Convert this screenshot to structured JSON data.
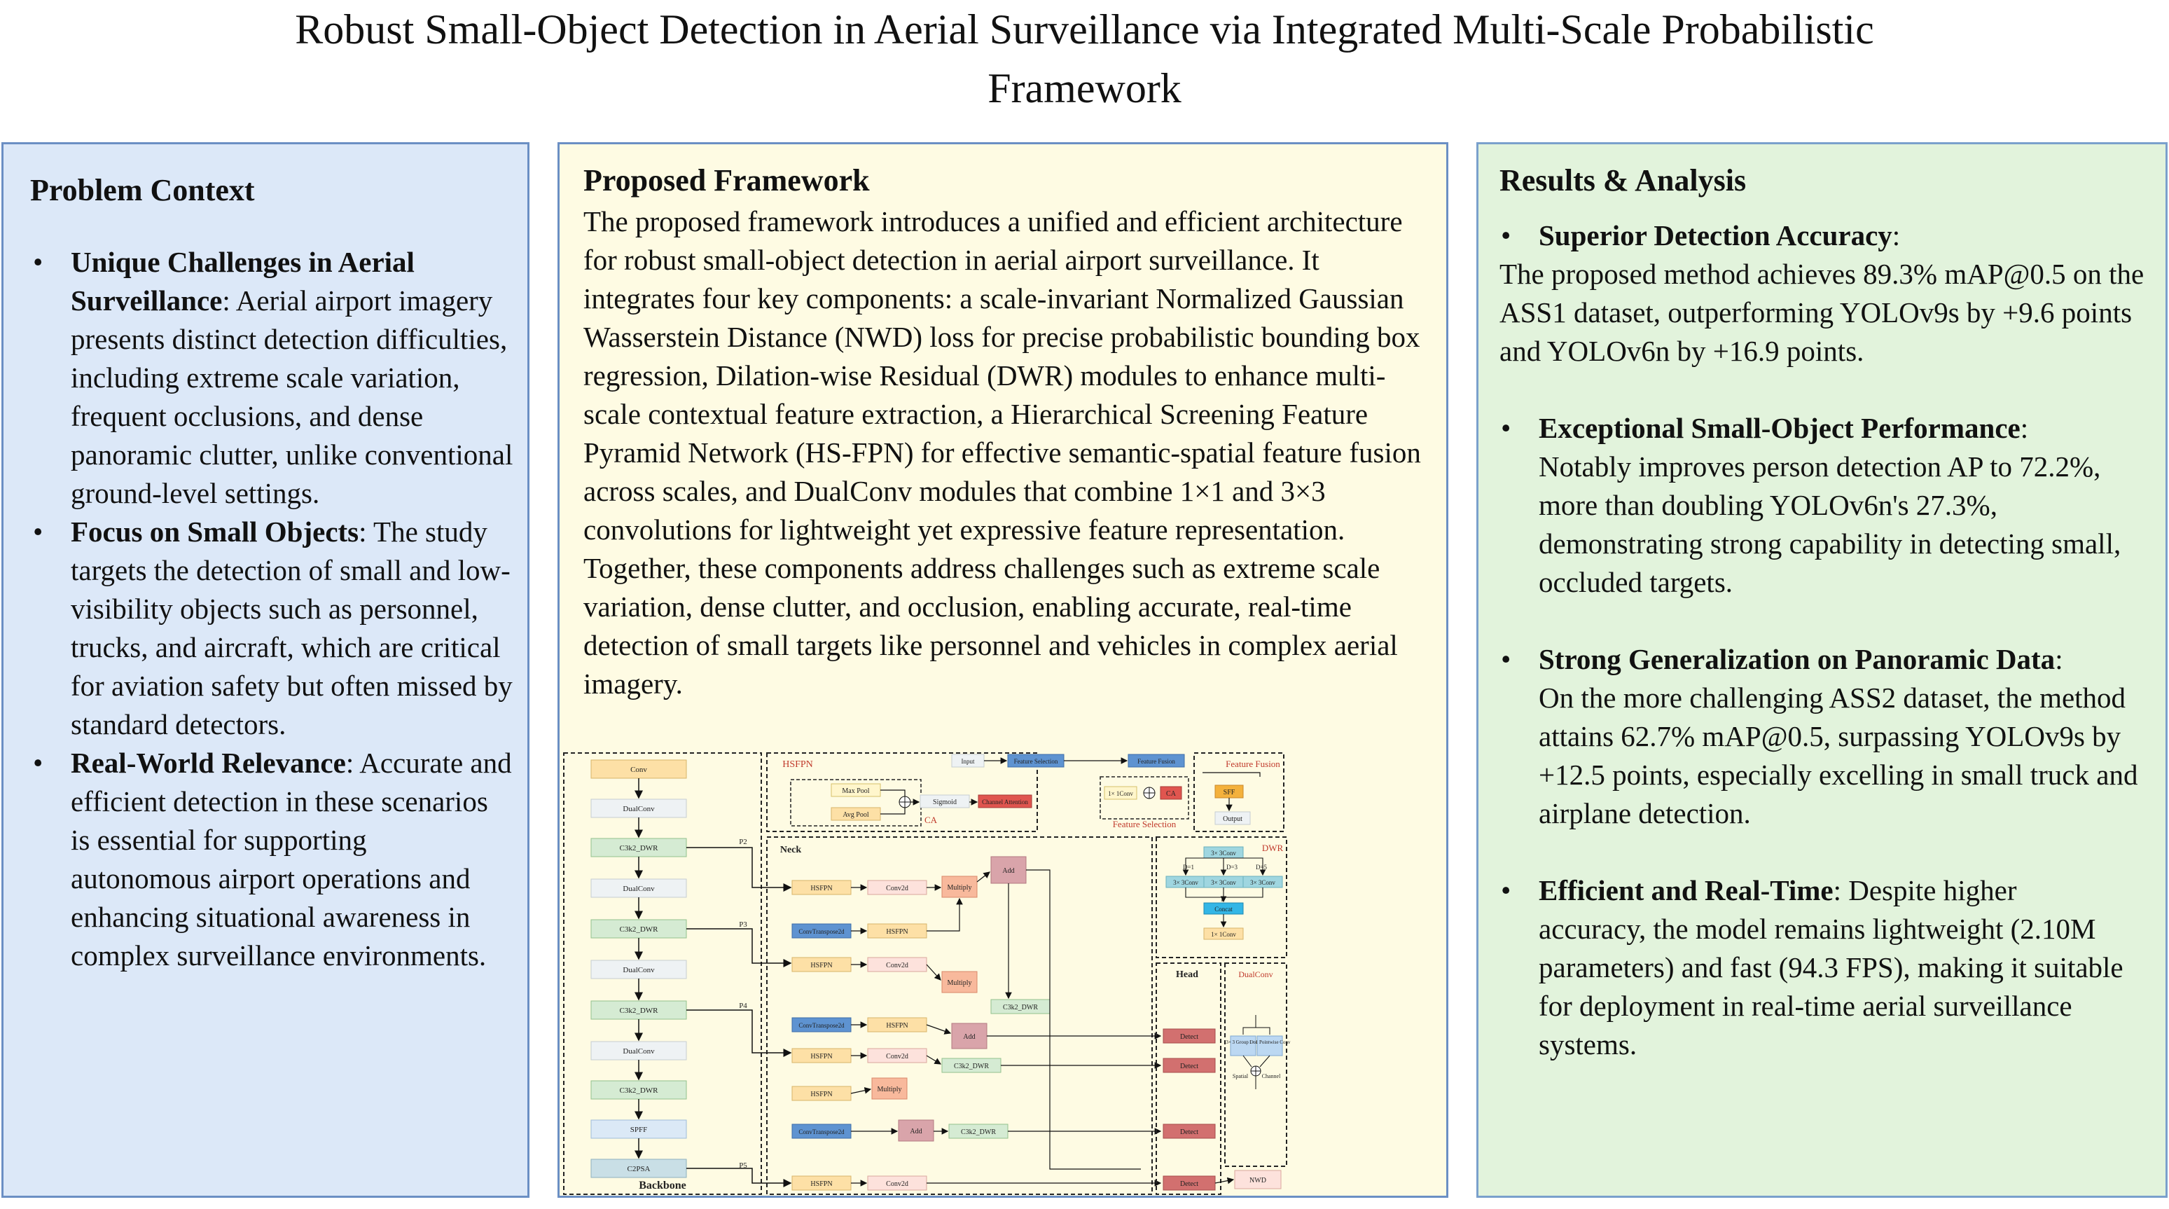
{
  "title_line1": "Robust Small-Object Detection in Aerial Surveillance  via Integrated Multi-Scale Probabilistic",
  "title_line2": "Framework",
  "left": {
    "heading": "Problem Context",
    "items": [
      {
        "bold": "Unique Challenges in Aerial Surveillance",
        "text": ": Aerial airport imagery presents distinct detection difficulties, including extreme scale variation, frequent occlusions, and dense panoramic clutter, unlike conventional ground-level settings."
      },
      {
        "bold": "Focus on Small Objects",
        "text": ": The study targets the detection of small and low-visibility objects such as personnel, trucks, and aircraft, which are critical for aviation safety but often missed by standard detectors."
      },
      {
        "bold": "Real-World Relevance",
        "text": ": Accurate and efficient detection in these scenarios is essential for supporting autonomous airport operations and enhancing situational awareness in complex surveillance environments."
      }
    ]
  },
  "middle": {
    "heading": "Proposed Framework",
    "paragraph": "The proposed framework introduces a unified and efficient architecture for robust small-object detection in aerial airport surveillance. It integrates four key components: a scale-invariant Normalized Gaussian Wasserstein Distance (NWD) loss for precise probabilistic bounding box regression, Dilation-wise Residual (DWR) modules to enhance multi-scale contextual feature extraction, a Hierarchical Screening Feature Pyramid Network (HS-FPN) for effective semantic-spatial feature fusion across scales, and DualConv modules that combine 1×1 and 3×3 convolutions for lightweight yet expressive feature representation. Together, these components address challenges such as extreme scale variation, dense clutter, and occlusion, enabling accurate, real-time detection of small targets like personnel and vehicles in complex aerial imagery."
  },
  "right": {
    "heading": "Results & Analysis",
    "items": [
      {
        "bold": "Superior Detection Accuracy",
        "lead_rest": ":",
        "text": "The proposed method achieves 89.3% mAP@0.5 on the ASS1 dataset, outperforming YOLOv9s by +9.6 points and YOLOv6n by +16.9 points."
      },
      {
        "bold": "Exceptional Small-Object Performance",
        "lead_rest": ":",
        "text": "Notably improves person detection AP to 72.2%, more than doubling YOLOv6n's 27.3%, demonstrating strong capability in detecting small, occluded targets."
      },
      {
        "bold": "Strong Generalization on Panoramic Data",
        "lead_rest": ":",
        "text": "On the more challenging ASS2 dataset, the method attains 62.7% mAP@0.5, surpassing YOLOv9s by +12.5 points, especially excelling in small truck and airplane detection."
      },
      {
        "bold": "Efficient and Real-Time",
        "lead_rest": ": Despite higher",
        "text": "accuracy, the model remains lightweight (2.10M parameters) and fast (94.3 FPS), making it suitable for deployment in real-time aerial surveillance systems."
      }
    ]
  },
  "diagram": {
    "backbone_label": "Backbone",
    "backbone": [
      "Conv",
      "DualConv",
      "C3k2_DWR",
      "DualConv",
      "C3k2_DWR",
      "DualConv",
      "C3k2_DWR",
      "DualConv",
      "C3k2_DWR",
      "SPFF",
      "C2PSA"
    ],
    "p_labels": [
      "P2",
      "P3",
      "P4",
      "P5"
    ],
    "hsfpn_label": "HSFPN",
    "ca_label": "CA",
    "max_pool": "Max Pool",
    "avg_pool": "Avg Pool",
    "sigmoid": "Sigmoid",
    "channel_attention": "Channel Attention",
    "input": "Input",
    "feature_selection": "Feature Selection",
    "feature_fusion": "Feature Fusion",
    "one_by_one": "1× 1Conv",
    "ca_box": "CA",
    "sff": "SFF",
    "output": "Output",
    "neck_label": "Neck",
    "hsfpn": "HSFPN",
    "conv2d": "Conv2d",
    "multiply": "Multiply",
    "add": "Add",
    "convtranspose": "ConvTranspose2d",
    "c3k2_dwr": "C3k2_DWR",
    "dwr_label": "DWR",
    "dwr_top": "3× 3Conv",
    "d1": "D=1",
    "d3": "D=3",
    "d5": "D=5",
    "dwr_conv": "3× 3Conv",
    "concat": "Concat",
    "dwr_bottom": "1× 1Conv",
    "head_label": "Head",
    "detect": "Detect",
    "dualconv_label": "DualConv",
    "group_conv": "3× 3 Group Conv",
    "pointwise_conv": "1× 1 Pointwise Conv",
    "spatial": "Spatial",
    "channel": "Channel",
    "nwd": "NWD"
  }
}
